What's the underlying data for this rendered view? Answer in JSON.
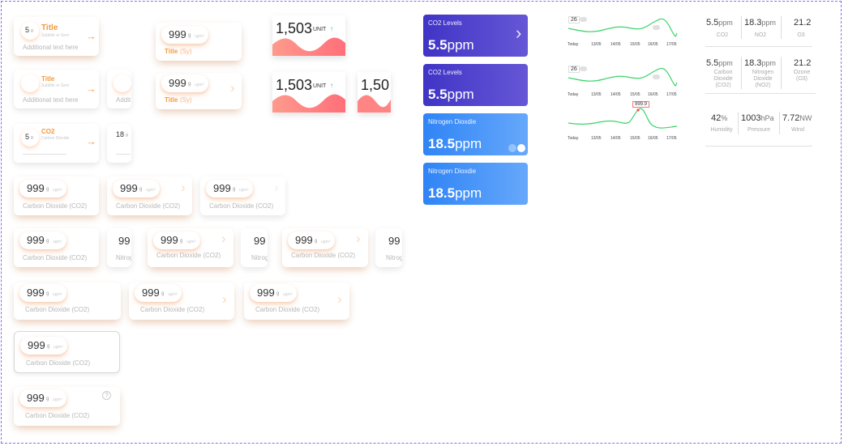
{
  "colors": {
    "accent": "#f39a3d",
    "chart_line": "#3bd46a",
    "co2_grad_a": "#4034c6",
    "co2_grad_b": "#6657d6",
    "no2_grad_a": "#2f84f6",
    "no2_grad_b": "#66a8fb",
    "frame": "#8a6cf0"
  },
  "title_cards": {
    "small_value": "5",
    "small_unit": "g",
    "title": "Title",
    "subtitle": "Subtitle or Sem",
    "additional": "Additional text here",
    "partial": "Addit",
    "co2_title": "CO2",
    "co2_sub": "Carbon Dioxide",
    "co2_small": "18",
    "arrow": "→"
  },
  "pill_card": {
    "value": "999",
    "unit": "g",
    "tag": "ugm³",
    "label": "Title",
    "unit_suffix": "(Sy)",
    "arrow": "›"
  },
  "unit_card": {
    "value": "1,503",
    "unit": "UNIT",
    "up": "↑",
    "partial": "1,50"
  },
  "metric": {
    "value": "999",
    "unit": "g",
    "tag": "ugm³",
    "label": "Carbon Dioxide (CO2)",
    "partial_label": "Nitrog",
    "partial_value": "99",
    "chev": "›",
    "help": "?"
  },
  "gradient_cards": [
    {
      "title": "CO2 Levels",
      "value": "5.5",
      "unit": "ppm",
      "chev": "›"
    },
    {
      "title": "CO2 Levels",
      "value": "5.5",
      "unit": "ppm"
    },
    {
      "title": "Nitrogen Dioxdie",
      "value": "18.5",
      "unit": "ppm"
    },
    {
      "title": "Nitrogen Dioxdie",
      "value": "18.5",
      "unit": "ppm"
    }
  ],
  "mini_charts": {
    "ticks": [
      "Today",
      "13/05",
      "14/05",
      "15/05",
      "16/05",
      "17/05"
    ],
    "value_label": "26",
    "peak_label": "999.9"
  },
  "stats": {
    "row1": [
      {
        "value": "5.5",
        "unit": "ppm",
        "caption": "CO2"
      },
      {
        "value": "18.3",
        "unit": "ppm",
        "caption": "NO2"
      },
      {
        "value": "21.2",
        "unit": "",
        "caption": "O3"
      }
    ],
    "row2": [
      {
        "value": "5.5",
        "unit": "ppm",
        "caption": "Carbon Dioxide (CO2)"
      },
      {
        "value": "18.3",
        "unit": "ppm",
        "caption": "Nitrogen Dioxide (NO2)"
      },
      {
        "value": "21.2",
        "unit": "",
        "caption": "Ozone (O3)"
      }
    ],
    "row3": [
      {
        "value": "42",
        "unit": "%",
        "caption": "Humidity"
      },
      {
        "value": "1003",
        "unit": "hPa",
        "caption": "Pressure"
      },
      {
        "value": "7.72",
        "unit": "NW",
        "caption": "Wind"
      }
    ]
  }
}
